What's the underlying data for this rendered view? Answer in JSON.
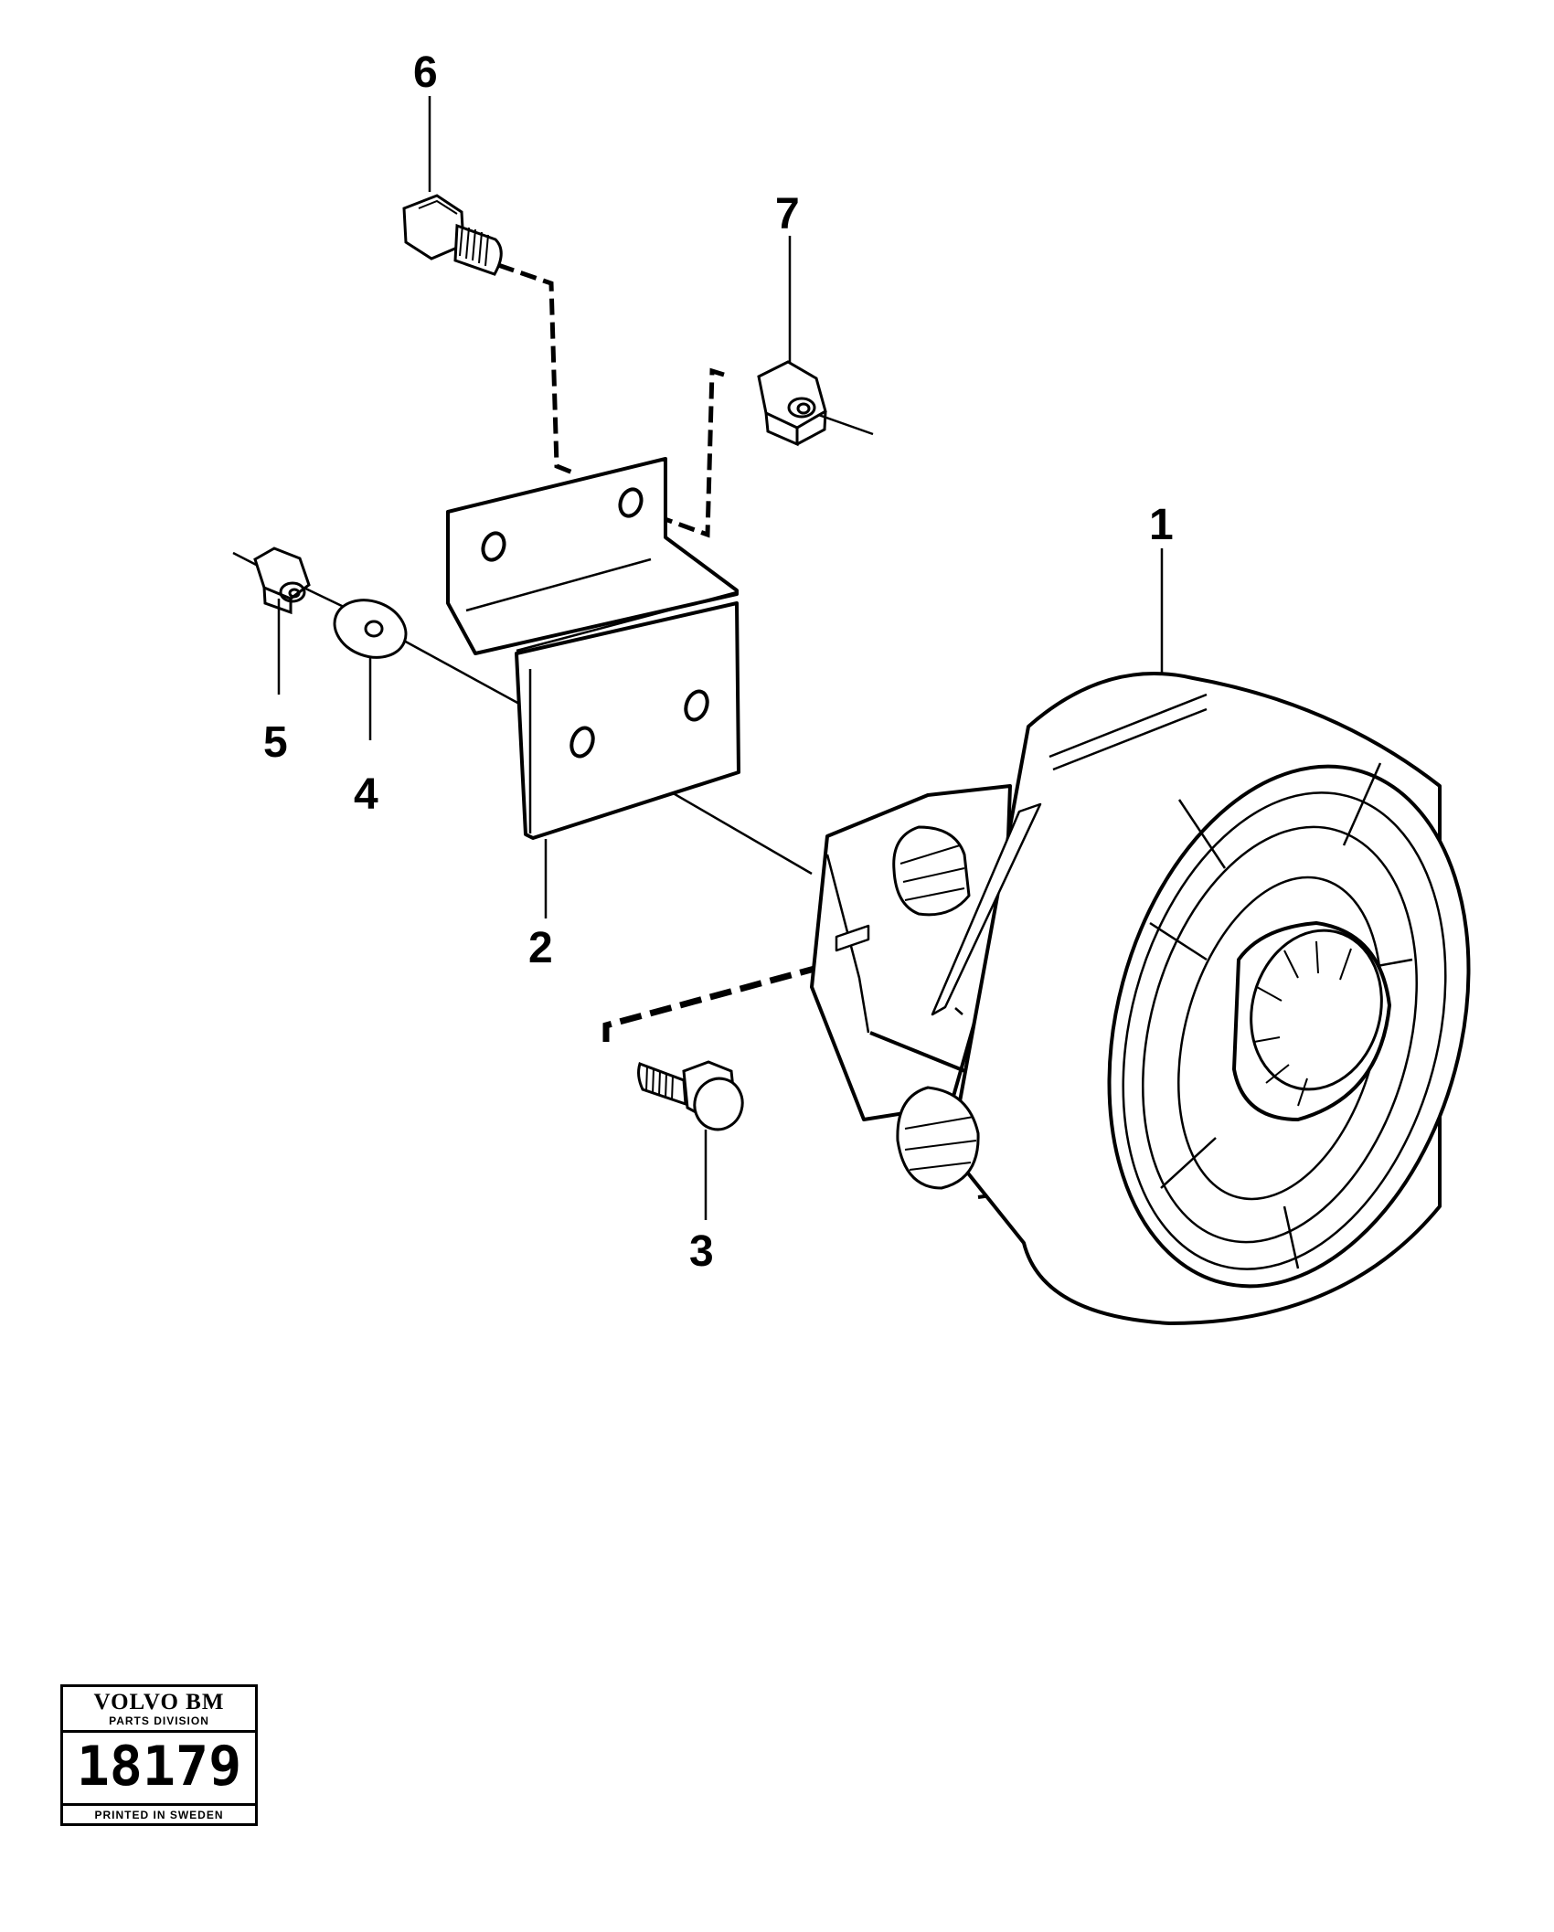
{
  "diagram": {
    "callouts": [
      {
        "id": "1",
        "label": "1"
      },
      {
        "id": "2",
        "label": "2"
      },
      {
        "id": "3",
        "label": "3"
      },
      {
        "id": "4",
        "label": "4"
      },
      {
        "id": "5",
        "label": "5"
      },
      {
        "id": "6",
        "label": "6"
      },
      {
        "id": "7",
        "label": "7"
      }
    ]
  },
  "stamp": {
    "brand": "VOLVO BM",
    "division": "PARTS DIVISION",
    "number": "18179",
    "printed": "PRINTED IN SWEDEN"
  }
}
